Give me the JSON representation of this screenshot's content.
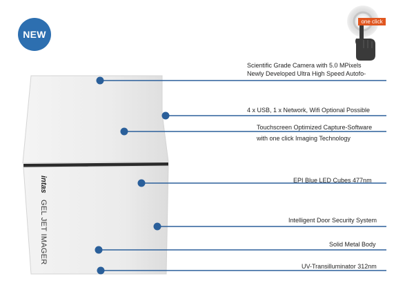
{
  "badge": {
    "label": "NEW",
    "color": "#2d6fb0"
  },
  "product": {
    "brand": "intas",
    "model": "GEL JET IMAGER"
  },
  "one_click": {
    "label": "one click",
    "icon": "hand-pointer-icon",
    "accent_color": "#e0561f"
  },
  "features": [
    {
      "id": "camera",
      "lines": [
        "Scientific Grade Camera with 5.0 MPixels",
        "Newly Developed Ultra High Speed Autofo-"
      ]
    },
    {
      "id": "connectivity",
      "lines": [
        "4 x USB, 1 x Network, Wifi Optional Possible"
      ]
    },
    {
      "id": "software",
      "lines": [
        "Touchscreen Optimized Capture-Software",
        "with one click Imaging Technology"
      ]
    },
    {
      "id": "led",
      "lines": [
        "EPI Blue LED Cubes 477nm"
      ]
    },
    {
      "id": "door",
      "lines": [
        "Intelligent Door Security System"
      ]
    },
    {
      "id": "body",
      "lines": [
        "Solid Metal Body"
      ]
    },
    {
      "id": "uv",
      "lines": [
        "UV-Transilluminator 312nm"
      ]
    }
  ],
  "colors": {
    "callout_line": "#2a5f9a",
    "callout_dot": "#2a5f9a",
    "device_body": "#eeeeee"
  }
}
